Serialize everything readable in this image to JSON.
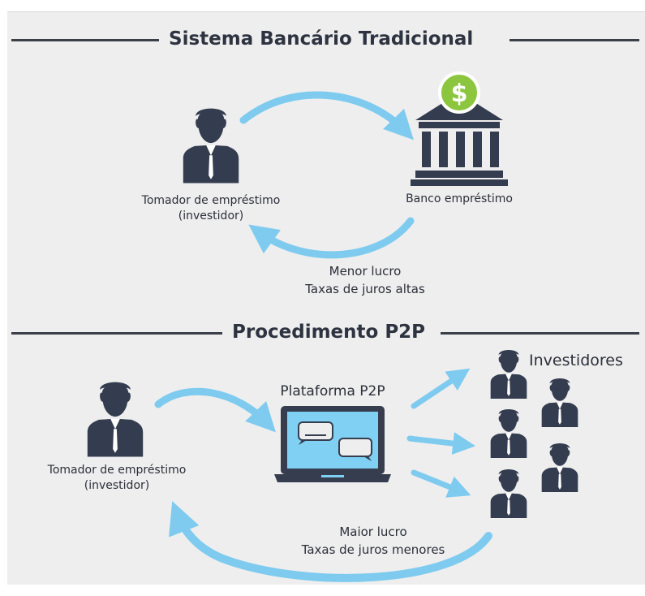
{
  "colors": {
    "background": "#eeeeee",
    "text": "#2d3340",
    "arrow": "#7ecbef",
    "person": "#343d4f",
    "coin": "#8cc63f",
    "laptop": "#353d4f",
    "screen": "#7fd0f3"
  },
  "icons": [
    "person-icon",
    "bank-icon",
    "dollar-coin-icon",
    "laptop-icon",
    "chat-bubble-icon",
    "arrow-icon"
  ],
  "section1": {
    "title": "Sistema Bancário Tradicional",
    "borrower_label_line1": "Tomador de empréstimo",
    "borrower_label_line2": "(investidor)",
    "bank_label": "Banco empréstimo",
    "return_line1": "Menor lucro",
    "return_line2": "Taxas de juros altas"
  },
  "section2": {
    "title": "Procedimento P2P",
    "borrower_label_line1": "Tomador de empréstimo",
    "borrower_label_line2": "(investidor)",
    "platform_label": "Plataforma P2P",
    "investors_label": "Investidores",
    "return_line1": "Maior lucro",
    "return_line2": "Taxas de juros menores"
  }
}
